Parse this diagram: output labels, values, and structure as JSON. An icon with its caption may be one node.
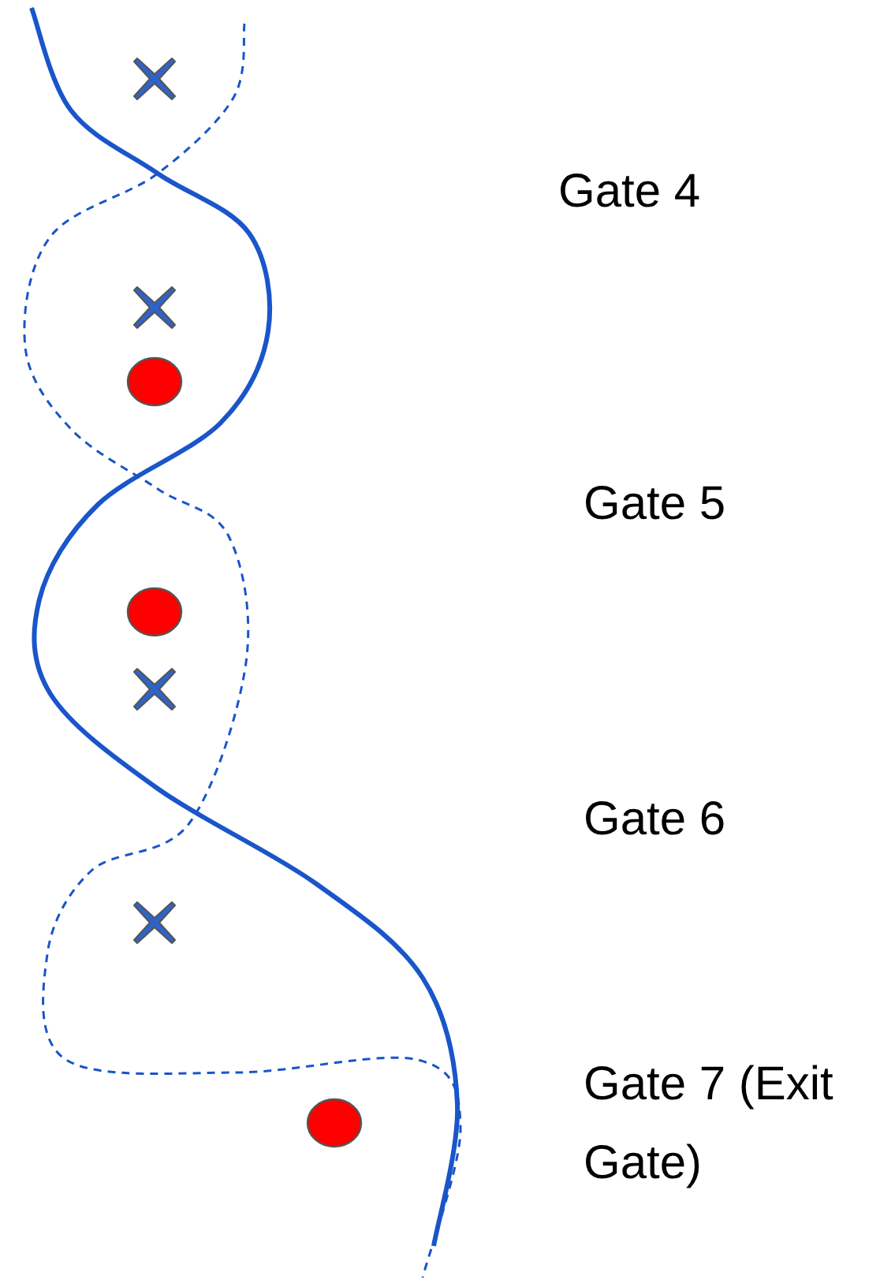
{
  "diagram": {
    "labels": [
      "Gate 4",
      "Gate 5",
      "Gate 6",
      "Gate 7 (Exit Gate)"
    ]
  }
}
